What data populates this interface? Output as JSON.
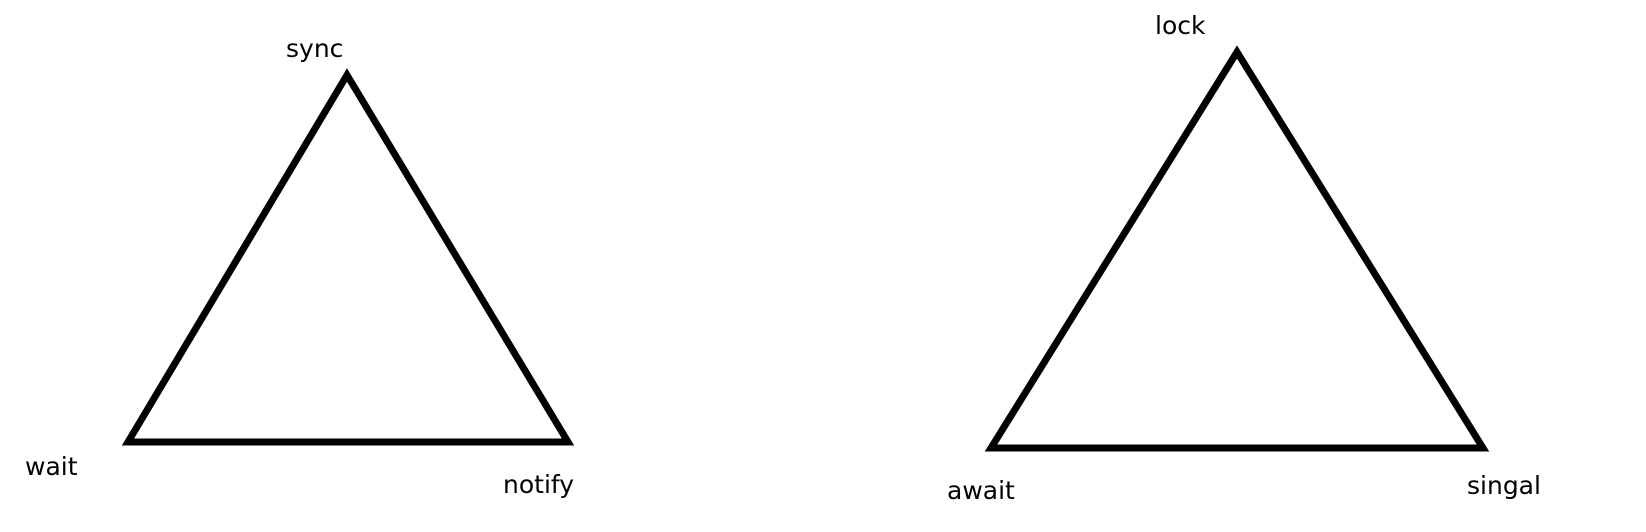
{
  "diagram": {
    "stroke_color": "#000000",
    "background_color": "#ffffff",
    "triangles": [
      {
        "top_label": "sync",
        "left_label": "wait",
        "right_label": "notify"
      },
      {
        "top_label": "lock",
        "left_label": "await",
        "right_label": "singal"
      }
    ]
  }
}
